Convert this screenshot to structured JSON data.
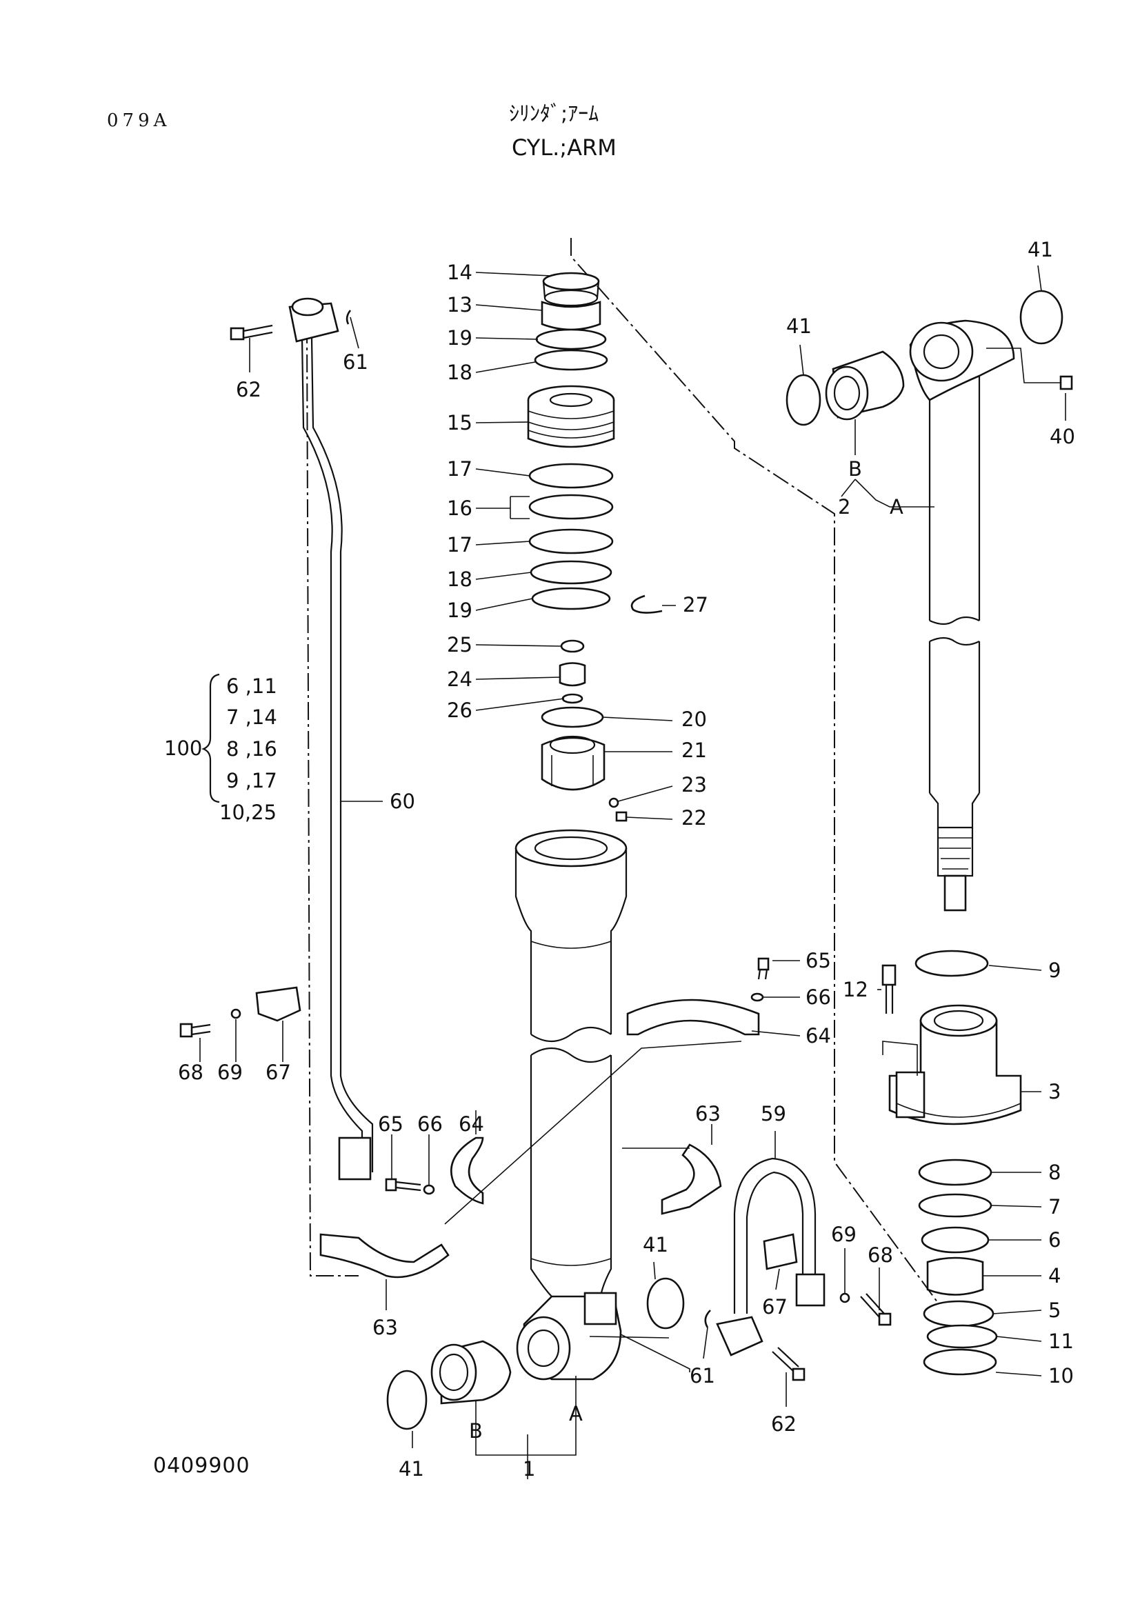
{
  "header": {
    "page_code": "079A",
    "title_jp": "ｼﾘﾝﾀﾞ;ｱｰﾑ",
    "title_en": "CYL.;ARM"
  },
  "footer": {
    "doc_number": "0409900"
  },
  "kit": {
    "number": "100",
    "items": [
      "6 ,11",
      "7 ,14",
      "8 ,16",
      "9 ,17",
      "10,25"
    ]
  },
  "callouts": {
    "c14": "14",
    "c13": "13",
    "c19a": "19",
    "c18a": "18",
    "c15": "15",
    "c17a": "17",
    "c16": "16",
    "c17b": "17",
    "c18b": "18",
    "c19b": "19",
    "c27": "27",
    "c25": "25",
    "c24": "24",
    "c26": "26",
    "c20": "20",
    "c21": "21",
    "c23": "23",
    "c22": "22",
    "c41a": "41",
    "c41b": "41",
    "c40": "40",
    "cB1": "B",
    "c2": "2",
    "cA1": "A",
    "c62a": "62",
    "c61a": "61",
    "c60": "60",
    "c65a": "65",
    "c66a": "66",
    "c64a": "64",
    "c9": "9",
    "c12": "12",
    "c3": "3",
    "c68a": "68",
    "c69a": "69",
    "c67a": "67",
    "c65b": "65",
    "c66b": "66",
    "c64b": "64",
    "c63a": "63",
    "c59": "59",
    "c63b": "63",
    "c8": "8",
    "c7": "7",
    "c6": "6",
    "c4": "4",
    "c5": "5",
    "c11": "11",
    "c10": "10",
    "c41c": "41",
    "c69b": "69",
    "c68b": "68",
    "c67b": "67",
    "c61b": "61",
    "c62b": "62",
    "c41d": "41",
    "cB2": "B",
    "cA2": "A",
    "c1": "1"
  }
}
